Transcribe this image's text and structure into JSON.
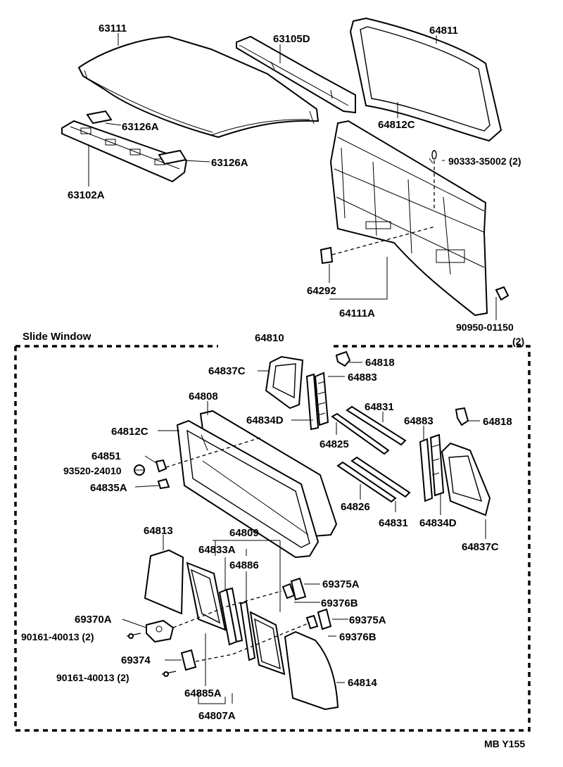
{
  "section_title": "Slide Window",
  "footer_code": "MB Y155",
  "labels": {
    "p63111": "63111",
    "p63105d": "63105D",
    "p64811": "64811",
    "p63126a_1": "63126A",
    "p63126a_2": "63126A",
    "p63102a": "63102A",
    "p64812c_top": "64812C",
    "p90333": "90333-35002 (2)",
    "p64292": "64292",
    "p64111a": "64111A",
    "p90950": "90950-01150",
    "p90950_qty": "(2)",
    "p64810": "64810",
    "p64837c_1": "64837C",
    "p64818_1": "64818",
    "p64883_1": "64883",
    "p64808": "64808",
    "p64834d_1": "64834D",
    "p64831_1": "64831",
    "p64883_2": "64883",
    "p64818_2": "64818",
    "p64812c": "64812C",
    "p64825": "64825",
    "p64851": "64851",
    "p93520": "93520-24010",
    "p64835a": "64835A",
    "p64826": "64826",
    "p64831_2": "64831",
    "p64834d_2": "64834D",
    "p64837c_2": "64837C",
    "p64813": "64813",
    "p64809": "64809",
    "p64833a": "64833A",
    "p64886": "64886",
    "p69375a_1": "69375A",
    "p69376b_1": "69376B",
    "p69370a": "69370A",
    "p90161_1": "90161-40013 (2)",
    "p69375a_2": "69375A",
    "p69376b_2": "69376B",
    "p69374": "69374",
    "p90161_2": "90161-40013 (2)",
    "p64814": "64814",
    "p64885a": "64885A",
    "p64807a": "64807A"
  }
}
